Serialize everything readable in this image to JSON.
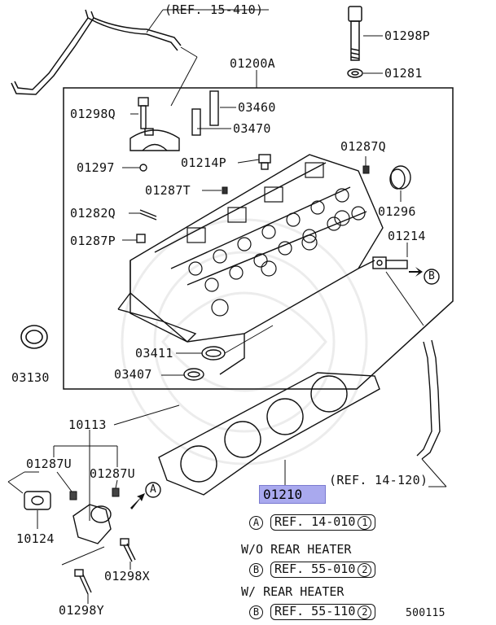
{
  "refs": {
    "top": "(REF. 15-410)",
    "gasket": "(REF. 14-120)"
  },
  "parts": {
    "p01298P": "01298P",
    "p01281": "01281",
    "p01200A": "01200A",
    "p01298Q": "01298Q",
    "p03460": "03460",
    "p03470": "03470",
    "p01297": "01297",
    "p01214P": "01214P",
    "p01287Q": "01287Q",
    "p01287T": "01287T",
    "p01296": "01296",
    "p01282Q": "01282Q",
    "p01287P": "01287P",
    "p01214": "01214",
    "p03130": "03130",
    "p03411": "03411",
    "p03407": "03407",
    "p10113": "10113",
    "p01287U_left": "01287U",
    "p01287U_right": "01287U",
    "p10124": "10124",
    "p01298X": "01298X",
    "p01298Y": "01298Y",
    "p01210": "01210"
  },
  "callouts": {
    "A": "A",
    "B": "B"
  },
  "legend": {
    "row1": {
      "marker": "A",
      "ref": "REF. 14-010",
      "num": "1"
    },
    "heading2": "W/O REAR HEATER",
    "row2": {
      "marker": "B",
      "ref": "REF. 55-010",
      "num": "2"
    },
    "heading3": "W/ REAR HEATER",
    "row3": {
      "marker": "B",
      "ref": "REF. 55-110",
      "num": "2"
    }
  },
  "diagram_id": "500115",
  "colors": {
    "highlight": "#a9a9ee",
    "line": "#111111"
  }
}
